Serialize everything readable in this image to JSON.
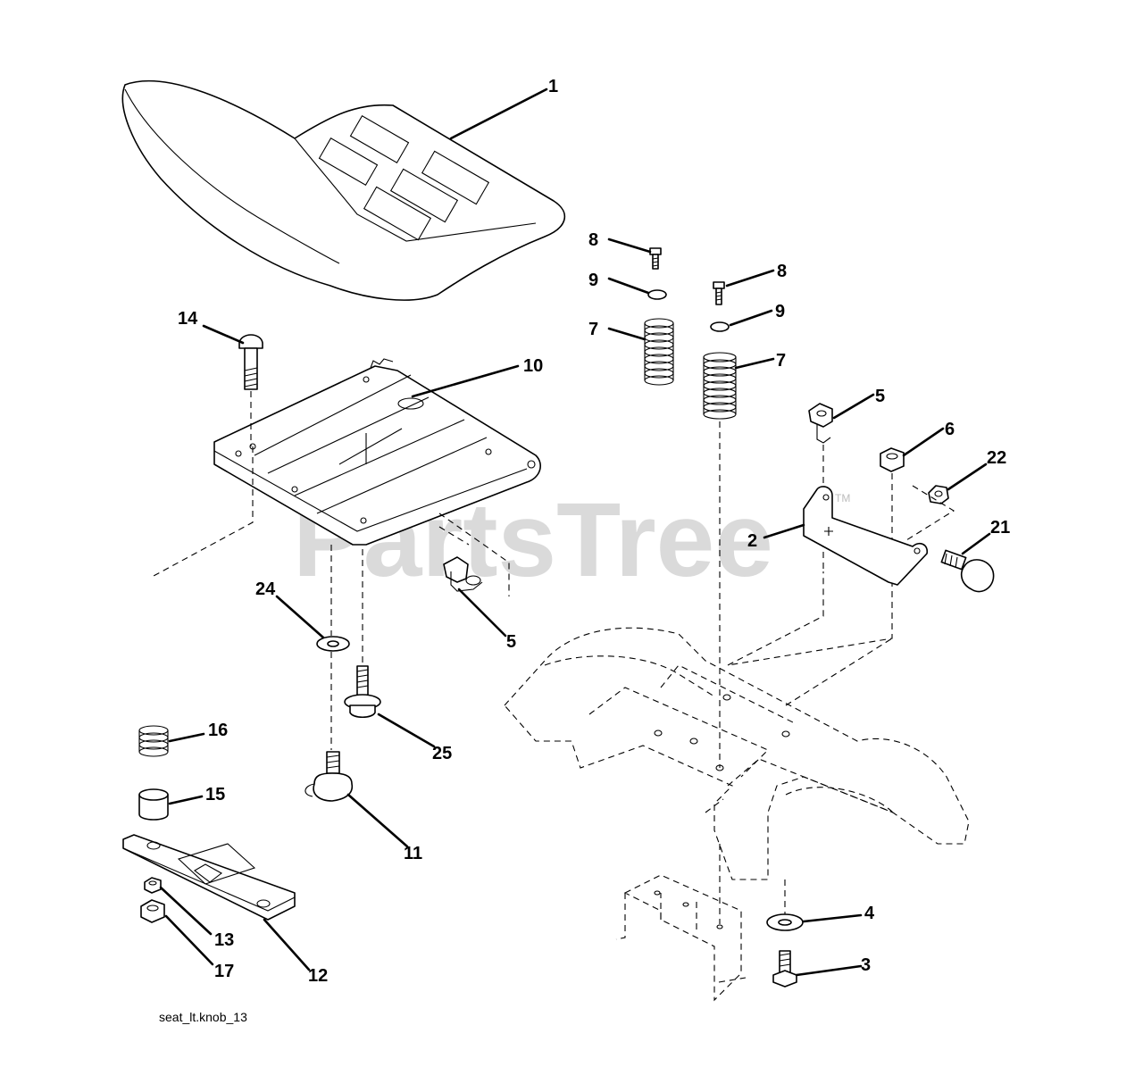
{
  "watermark": {
    "text": "PartsTree",
    "mark": "TM"
  },
  "caption": "seat_lt.knob_13",
  "callouts": [
    "1",
    "14",
    "10",
    "8",
    "9",
    "7",
    "8",
    "9",
    "7",
    "5",
    "6",
    "22",
    "2",
    "21",
    "24",
    "5",
    "16",
    "25",
    "15",
    "11",
    "13",
    "17",
    "12",
    "4",
    "3"
  ]
}
